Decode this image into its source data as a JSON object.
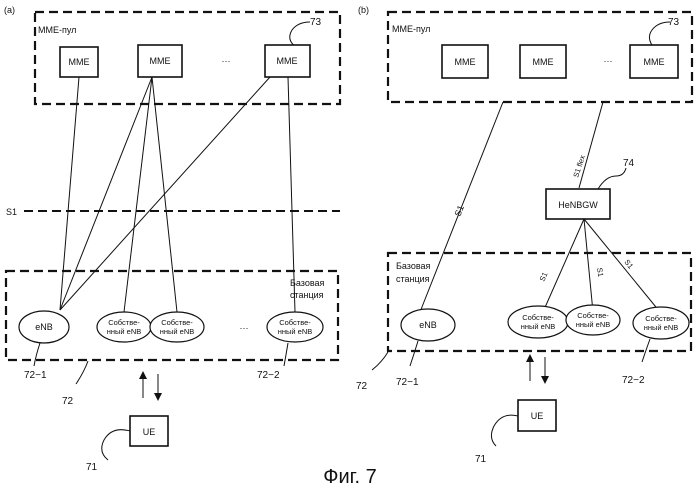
{
  "panel_a": {
    "label": "(a)",
    "pool_label": "MME-пул",
    "pool_ref": "73",
    "mme": [
      "MME",
      "MME",
      "MME"
    ],
    "dots": "···",
    "s1_label": "S1",
    "bs_label_1": "Базовая",
    "bs_label_2": "станция",
    "enb": "eNB",
    "own_enb_1": "Собстве-",
    "own_enb_2": "нный eNB",
    "ue": "UE",
    "ref_enb": "72−1",
    "ref_bs": "72",
    "ref_own": "72−2",
    "ref_ue": "71"
  },
  "panel_b": {
    "label": "(b)",
    "pool_label": "MME-пул",
    "pool_ref": "73",
    "mme": [
      "MME",
      "MME",
      "MME"
    ],
    "dots": "···",
    "s1": "S1",
    "s1_flex": "S1 flex",
    "henbgw": "HeNBGW",
    "henbgw_ref": "74",
    "bs_label_1": "Базовая",
    "bs_label_2": "станция",
    "enb": "eNB",
    "own_enb_1": "Собстве-",
    "own_enb_2": "нный eNB",
    "ue": "UE",
    "ref_bs": "72",
    "ref_enb": "72−1",
    "ref_own": "72−2",
    "ref_ue": "71"
  },
  "caption": "Фиг. 7"
}
